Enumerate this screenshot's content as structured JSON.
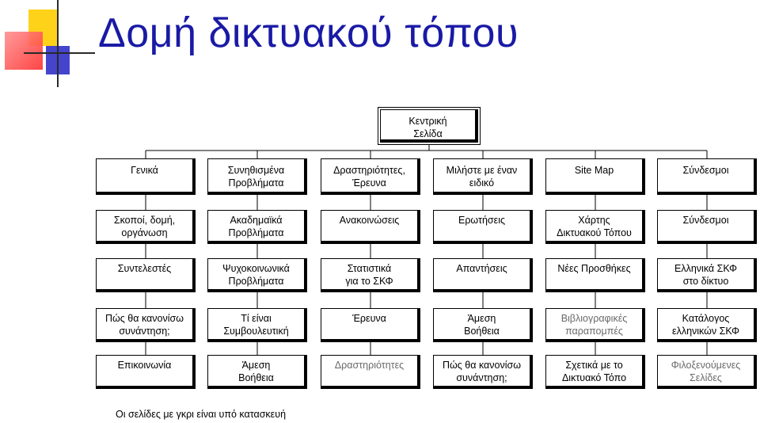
{
  "title": "Δομή δικτυακού τόπου",
  "colors": {
    "title": "#1a1aa6",
    "accent_red": "#ff4040",
    "accent_yellow": "#ffd21a",
    "accent_blue": "#3030c8",
    "under_construction_text": "#6a6a6a"
  },
  "root": {
    "label": "Κεντρική\nΣελίδα"
  },
  "columns": [
    {
      "header": "Γενικά",
      "items": [
        {
          "label": "Σκοποί, δομή,\nοργάνωση",
          "wip": false
        },
        {
          "label": "Συντελεστές",
          "wip": false
        },
        {
          "label": "Πώς θα κανονίσω\nσυνάντηση;",
          "wip": false
        },
        {
          "label": "Επικοινωνία",
          "wip": false
        }
      ]
    },
    {
      "header": "Συνηθισμένα\nΠροβλήματα",
      "items": [
        {
          "label": "Ακαδημαϊκά\nΠροβλήματα",
          "wip": false
        },
        {
          "label": "Ψυχοκοινωνικά\nΠροβλήματα",
          "wip": false
        },
        {
          "label": "Τί είναι\nΣυμβουλευτική",
          "wip": false
        },
        {
          "label": "Άμεση\nΒοήθεια",
          "wip": false
        }
      ]
    },
    {
      "header": "Δραστηριότητες,\nΈρευνα",
      "items": [
        {
          "label": "Ανακοινώσεις",
          "wip": false
        },
        {
          "label": "Στατιστικά\nγια το ΣΚΦ",
          "wip": false
        },
        {
          "label": "Έρευνα",
          "wip": false
        },
        {
          "label": "Δραστηριότητες",
          "wip": true
        }
      ]
    },
    {
      "header": "Μιλήστε με έναν\nειδικό",
      "items": [
        {
          "label": "Ερωτήσεις",
          "wip": false
        },
        {
          "label": "Απαντήσεις",
          "wip": false
        },
        {
          "label": "Άμεση\nΒοήθεια",
          "wip": false
        },
        {
          "label": "Πώς θα κανονίσω\nσυνάντηση;",
          "wip": false
        }
      ]
    },
    {
      "header": "Site Map",
      "items": [
        {
          "label": "Χάρτης\nΔικτυακού Τόπου",
          "wip": false
        },
        {
          "label": "Νέες Προσθήκες",
          "wip": false
        },
        {
          "label": "Βιβλιογραφικές\nπαραπομπές",
          "wip": true
        },
        {
          "label": "Σχετικά με το\nΔικτυακό Τόπο",
          "wip": false
        }
      ]
    },
    {
      "header": "Σύνδεσμοι",
      "items": [
        {
          "label": "Σύνδεσμοι",
          "wip": false
        },
        {
          "label": "Ελληνικά ΣΚΦ\nστο δίκτυο",
          "wip": false
        },
        {
          "label": "Κατάλογος\nελληνικών ΣΚΦ",
          "wip": false
        },
        {
          "label": "Φιλοξενούμενες\nΣελίδες",
          "wip": true
        }
      ]
    }
  ],
  "note": "Οι σελίδες με γκρι είναι υπό κατασκευή"
}
